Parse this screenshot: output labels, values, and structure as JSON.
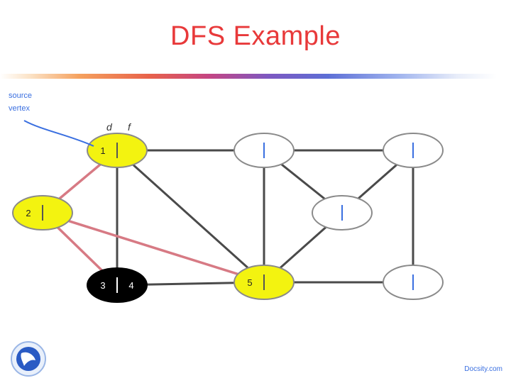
{
  "slide": {
    "title": "DFS Example",
    "callout": [
      "source",
      "vertex"
    ],
    "header_labels": [
      "d",
      "f"
    ],
    "footer": "Docsity.com",
    "logo": "university-seal-logo"
  },
  "colors": {
    "title": "#e8393a",
    "gray_vertex_fill": "#f3f310",
    "black_vertex_fill": "#000000",
    "white_vertex_fill": "#ffffff",
    "tree_edge": "#d77a84",
    "graph_edge": "#4a4a4a",
    "accent": "#3a6fe0"
  },
  "graph": {
    "vertices": [
      {
        "id": "v1",
        "state": "gray",
        "d": "1",
        "f": ""
      },
      {
        "id": "v2",
        "state": "white",
        "d": "",
        "f": ""
      },
      {
        "id": "v3",
        "state": "white",
        "d": "",
        "f": ""
      },
      {
        "id": "v4",
        "state": "gray",
        "d": "2",
        "f": ""
      },
      {
        "id": "v5",
        "state": "white",
        "d": "",
        "f": ""
      },
      {
        "id": "v6",
        "state": "black",
        "d": "3",
        "f": "4"
      },
      {
        "id": "v7",
        "state": "gray",
        "d": "5",
        "f": ""
      },
      {
        "id": "v8",
        "state": "white",
        "d": "",
        "f": ""
      }
    ],
    "edges": [
      {
        "from": "v1",
        "to": "v2",
        "kind": "graph"
      },
      {
        "from": "v2",
        "to": "v3",
        "kind": "graph"
      },
      {
        "from": "v1",
        "to": "v6",
        "kind": "graph"
      },
      {
        "from": "v1",
        "to": "v7",
        "kind": "graph"
      },
      {
        "from": "v2",
        "to": "v7",
        "kind": "graph"
      },
      {
        "from": "v2",
        "to": "v5",
        "kind": "graph"
      },
      {
        "from": "v3",
        "to": "v5",
        "kind": "graph"
      },
      {
        "from": "v3",
        "to": "v8",
        "kind": "graph"
      },
      {
        "from": "v5",
        "to": "v7",
        "kind": "graph"
      },
      {
        "from": "v6",
        "to": "v7",
        "kind": "graph"
      },
      {
        "from": "v7",
        "to": "v8",
        "kind": "graph"
      },
      {
        "from": "v1",
        "to": "v4",
        "kind": "tree"
      },
      {
        "from": "v4",
        "to": "v6",
        "kind": "tree"
      },
      {
        "from": "v4",
        "to": "v7",
        "kind": "tree"
      }
    ]
  }
}
